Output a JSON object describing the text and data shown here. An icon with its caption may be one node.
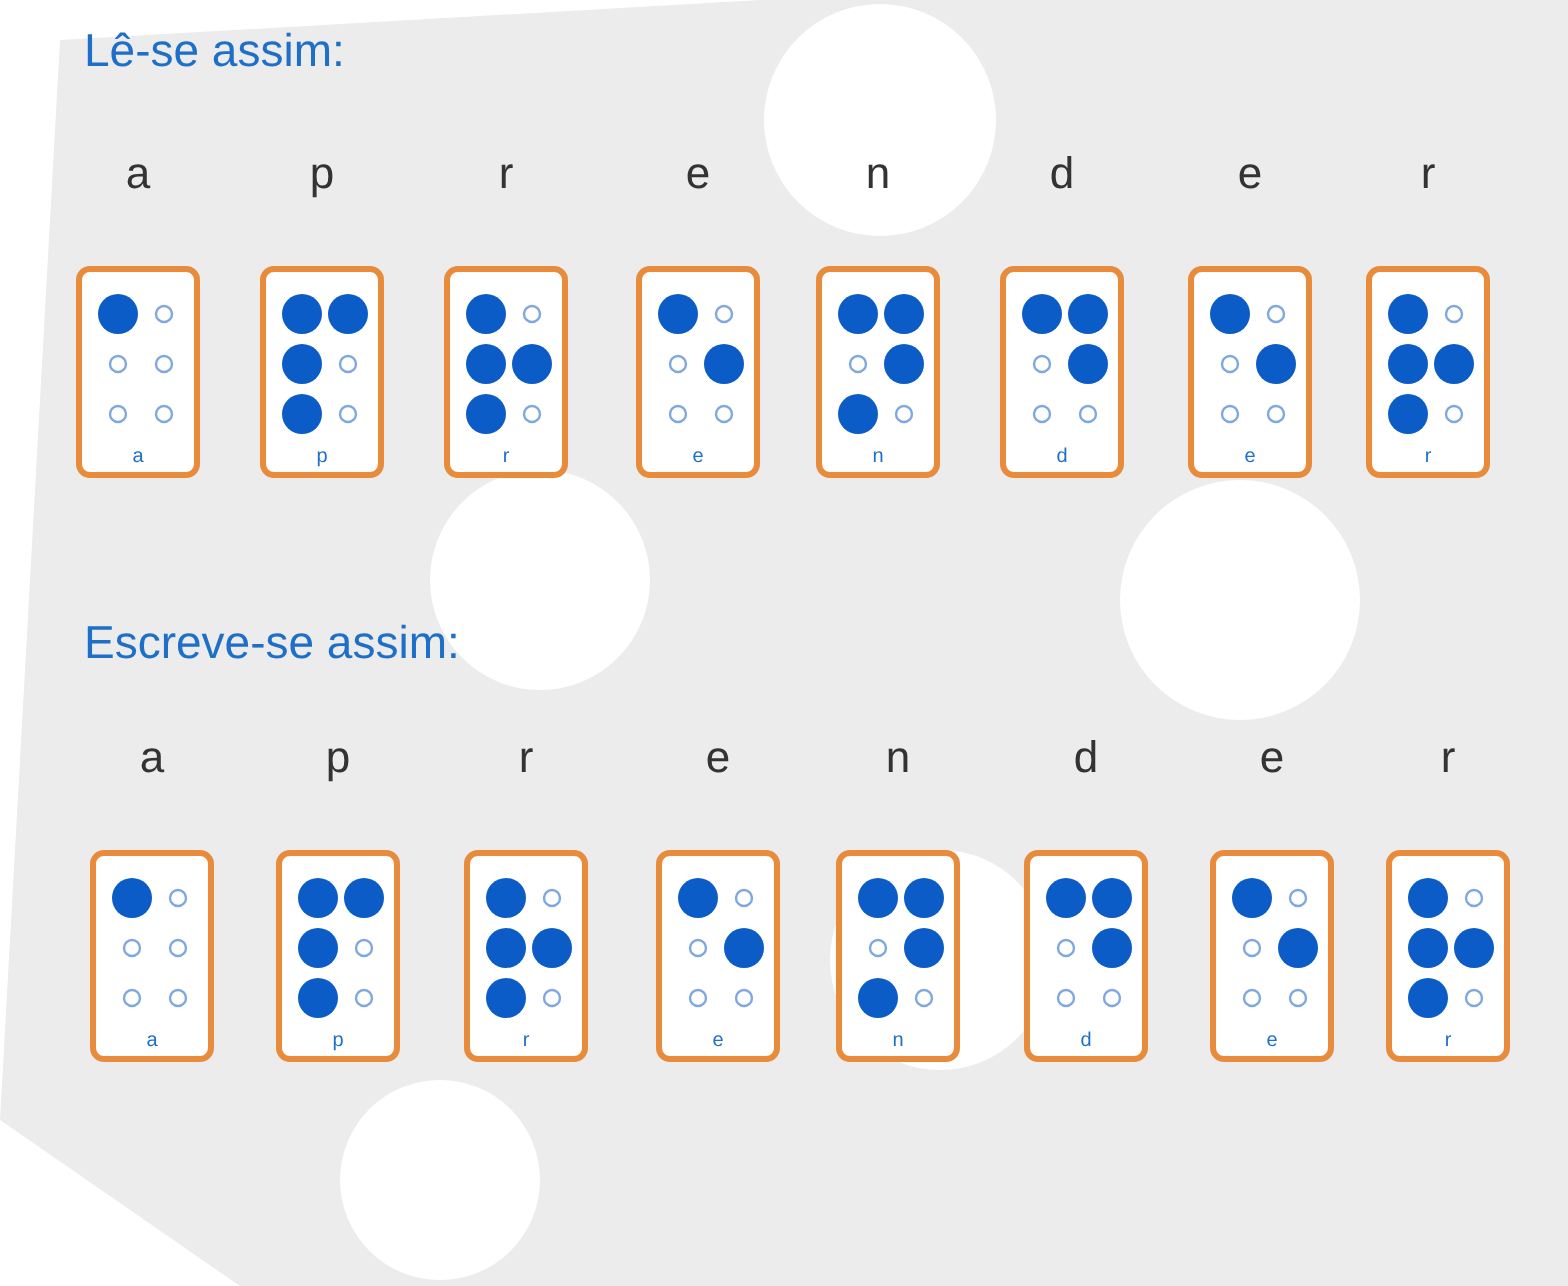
{
  "diagram": {
    "nodes": [
      {
        "text": [
          "a",
          "a"
        ]
      },
      {
        "text": [
          "p",
          "p"
        ]
      },
      {
        "text": [
          "r",
          "r"
        ]
      },
      {
        "text": [
          "e",
          "e"
        ]
      },
      {
        "text": [
          "n",
          "n"
        ]
      },
      {
        "text": [
          "d",
          "d"
        ]
      },
      {
        "text": [
          "e",
          "e"
        ]
      },
      {
        "text": [
          "r",
          "r"
        ]
      },
      {
        "text": [
          "a",
          "a"
        ]
      },
      {
        "text": [
          "p",
          "p"
        ]
      },
      {
        "text": [
          "r",
          "r"
        ]
      },
      {
        "text": [
          "e",
          "e"
        ]
      },
      {
        "text": [
          "n",
          "n"
        ]
      },
      {
        "text": [
          "d",
          "d"
        ]
      },
      {
        "text": [
          "e",
          "e"
        ]
      },
      {
        "text": [
          "r",
          "r"
        ]
      }
    ],
    "labels": [
      "Lê-se assim:",
      "Escreve-se assim:"
    ]
  }
}
